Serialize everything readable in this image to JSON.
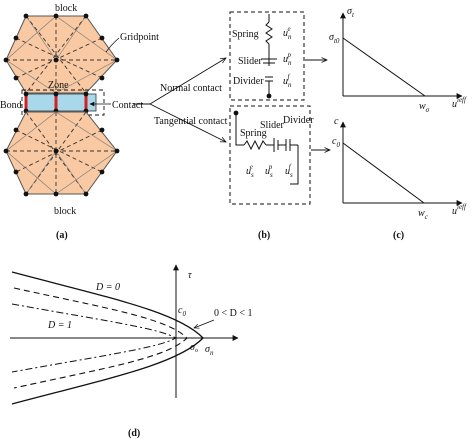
{
  "panel_a": {
    "top_block_label": "block",
    "bottom_block_label": "block",
    "gridpoint_label": "Gridpoint",
    "zone_label": "Zone",
    "bond_label": "Bond",
    "contact_label": "Contact",
    "caption": "(a)"
  },
  "arrows": {
    "normal_contact": "Normal contact",
    "tangential_contact": "Tangential contact"
  },
  "panel_b": {
    "normal_box": {
      "spring": "Spring",
      "slider": "Slider",
      "divider": "Divider",
      "u_e_base": "u",
      "u_e_sub": "n",
      "u_e_sup": "e",
      "u_p_base": "u",
      "u_p_sub": "n",
      "u_p_sup": "p",
      "u_f_base": "u",
      "u_f_sub": "n",
      "u_f_sup": "f"
    },
    "tangential_box": {
      "spring": "Spring",
      "slider": "Slider",
      "divider": "Divider",
      "u_e_base": "u",
      "u_e_sub": "s",
      "u_e_sup": "e",
      "u_p_base": "u",
      "u_p_sub": "s",
      "u_p_sup": "p",
      "u_f_base": "u",
      "u_f_sub": "s",
      "u_f_sup": "f"
    },
    "caption": "(b)"
  },
  "panel_c": {
    "top_chart": {
      "y_axis_base": "σ",
      "y_axis_sub": "t",
      "y_intercept_base": "σ",
      "y_intercept_sub": "t0",
      "x_intercept_base": "w",
      "x_intercept_sub": "σ",
      "x_axis_base": "u",
      "x_axis_sup": "ieff"
    },
    "bottom_chart": {
      "y_axis": "c",
      "y_intercept_base": "c",
      "y_intercept_sub": "0",
      "x_intercept_base": "w",
      "x_intercept_sub": "c",
      "x_axis_base": "u",
      "x_axis_sup": "ieff"
    },
    "caption": "(c)"
  },
  "panel_d": {
    "y_axis": "τ",
    "x_axis_base": "σ",
    "x_axis_sub": "n",
    "c0_base": "c",
    "c0_sub": "0",
    "sigma_o_base": "σ",
    "sigma_o_sub": "o",
    "d0_label": "D = 0",
    "d1_label": "D = 1",
    "d_range_label": "0 < D < 1",
    "caption": "(d)"
  },
  "colors": {
    "block_fill": "#f8c9a2",
    "zone_fill": "#a9d8ea",
    "contact_red": "#d42020",
    "ink": "#111111"
  }
}
